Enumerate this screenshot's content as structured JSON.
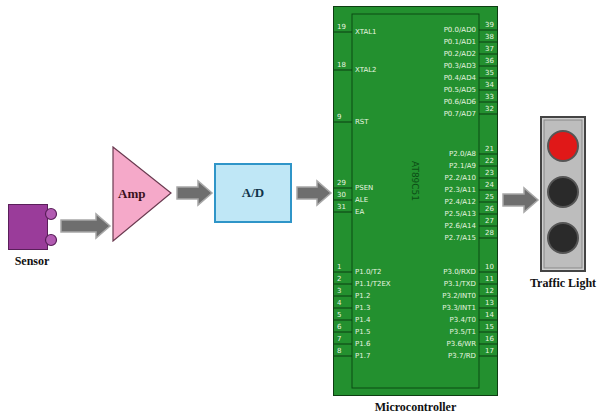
{
  "diagram": {
    "nodes": [
      {
        "text": [
          "Sensor"
        ]
      },
      {
        "text": [
          "Amp"
        ]
      },
      {
        "text": [
          "A/D"
        ]
      },
      {
        "text": [
          "Microcontroller"
        ]
      },
      {
        "text": [
          "Traffic Light"
        ]
      }
    ],
    "edges": [
      {
        "from": 0,
        "to": 1,
        "arrow": "to"
      },
      {
        "from": 1,
        "to": 2,
        "arrow": "to"
      },
      {
        "from": 2,
        "to": 3,
        "arrow": "to"
      },
      {
        "from": 3,
        "to": 4,
        "arrow": "to"
      }
    ],
    "labels": [
      "AT89C51",
      "XTAL1",
      "19",
      "XTAL2",
      "18",
      "RST",
      "9",
      "PSEN",
      "29",
      "ALE",
      "30",
      "EA",
      "31",
      "P1.0/T2",
      "1",
      "P1.1/T2EX",
      "2",
      "P1.2",
      "3",
      "P1.3",
      "4",
      "P1.4",
      "5",
      "P1.5",
      "6",
      "P1.6",
      "7",
      "P1.7",
      "8",
      "P0.0/AD0",
      "39",
      "P0.1/AD1",
      "38",
      "P0.2/AD2",
      "37",
      "P0.3/AD3",
      "36",
      "P0.4/AD4",
      "35",
      "P0.5/AD5",
      "34",
      "P0.6/AD6",
      "33",
      "P0.7/AD7",
      "32",
      "P2.0/A8",
      "21",
      "P2.1/A9",
      "22",
      "P2.2/A10",
      "23",
      "P2.3/A11",
      "24",
      "P2.4/A12",
      "25",
      "P2.5/A13",
      "26",
      "P2.6/A14",
      "27",
      "P2.7/A15",
      "28",
      "P3.0/RXD",
      "10",
      "P3.1/TXD",
      "11",
      "P3.2/INT0",
      "12",
      "P3.3/INT1",
      "13",
      "P3.4/T0",
      "14",
      "P3.5/T1",
      "15",
      "P3.6/WR",
      "16",
      "P3.7/RD",
      "17"
    ]
  }
}
